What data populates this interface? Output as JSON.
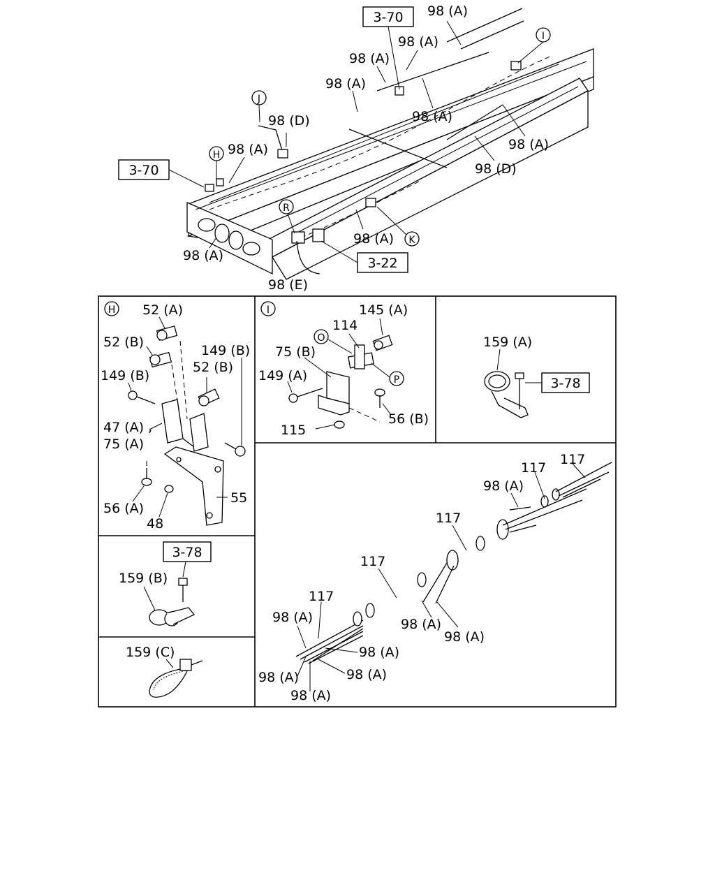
{
  "main_view": {
    "refs": {
      "r370_top": "3-70",
      "r370_left": "3-70",
      "r322": "3-22"
    },
    "circles": {
      "I": "I",
      "J": "J",
      "H": "H",
      "R": "R",
      "K": "K"
    },
    "labels": {
      "a1": "98 (A)",
      "a2": "98 (A)",
      "a3": "98 (A)",
      "a4": "98 (A)",
      "a5": "98 (A)",
      "a6": "98 (A)",
      "a7": "98 (A)",
      "a8": "98 (A)",
      "a9": "98 (A)",
      "d1": "98 (D)",
      "d2": "98 (D)",
      "e1": "98 (E)"
    }
  },
  "panel_h": {
    "title": "H",
    "labels": {
      "p52a": "52 (A)",
      "p52b1": "52 (B)",
      "p52b2": "52 (B)",
      "p149b1": "149 (B)",
      "p149b2": "149 (B)",
      "p47a": "47 (A) ,",
      "p75a": "75 (A)",
      "p56a": "56 (A)",
      "p48": "48",
      "p55": "55"
    }
  },
  "panel_i": {
    "title": "I",
    "labels": {
      "p145a": "145 (A)",
      "p114": "114",
      "p75b": "75 (B)",
      "p149a": "149 (A)",
      "p56b": "56 (B)",
      "p115": "115",
      "cO": "O",
      "cP": "P"
    }
  },
  "panel_159a": {
    "label": "159 (A)",
    "ref": "3-78"
  },
  "panel_159b": {
    "label": "159 (B)",
    "ref": "3-78"
  },
  "panel_159c": {
    "label": "159 (C)"
  },
  "panel_harness": {
    "labels": {
      "h117a": "117",
      "h117b": "117",
      "h117c": "117",
      "h117d": "117",
      "h117e": "117",
      "h98a1": "98 (A)",
      "h98a2": "98 (A)",
      "h98a3": "98 (A)",
      "h98a4": "98 (A)",
      "h98a5": "98 (A)",
      "h98a6": "98 (A)",
      "h98a7": "98 (A)",
      "h98a8": "98 (A)"
    }
  }
}
